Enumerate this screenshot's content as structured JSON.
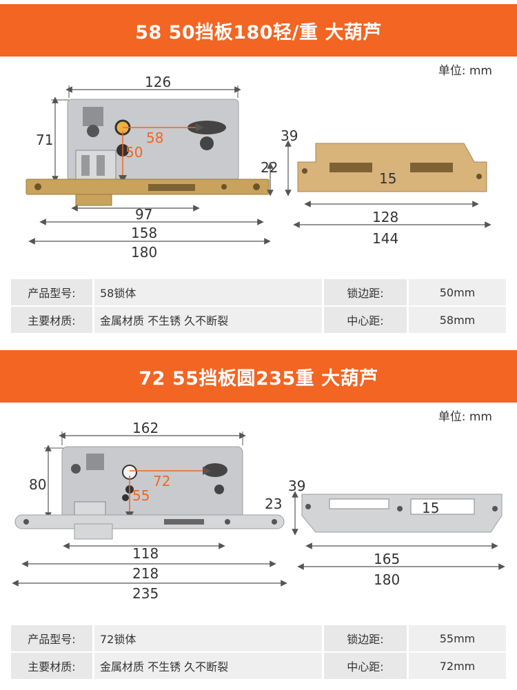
{
  "colors": {
    "banner": "#f26522",
    "gold": "#c9a25c",
    "steel": "#c8cacd",
    "text": "#333333",
    "dim_orange": "#f26522"
  },
  "unit_label": "单位: mm",
  "section1": {
    "title": "58 50挡板180轻/重 大葫芦",
    "dims": {
      "top": "126",
      "height": "71",
      "center": "58",
      "backset": "50",
      "bottom1": "97",
      "bottom2": "158",
      "bottom3": "180",
      "plate_height": "39",
      "plate_face": "22",
      "plate_slot": "15",
      "plate_len1": "128",
      "plate_len2": "144"
    },
    "specs": {
      "model_label": "产品型号:",
      "model_value": "58锁体",
      "backset_label": "锁边距:",
      "backset_value": "50mm",
      "material_label": "主要材质:",
      "material_value": "金属材质 不生锈 久不断裂",
      "center_label": "中心距:",
      "center_value": "58mm"
    }
  },
  "section2": {
    "title": "72 55挡板圆235重 大葫芦",
    "dims": {
      "top": "162",
      "height": "80",
      "center": "72",
      "backset": "55",
      "bottom1": "118",
      "bottom2": "218",
      "bottom3": "235",
      "plate_height": "39",
      "plate_face": "23",
      "plate_slot": "15",
      "plate_len1": "165",
      "plate_len2": "180"
    },
    "specs": {
      "model_label": "产品型号:",
      "model_value": "72锁体",
      "backset_label": "锁边距:",
      "backset_value": "55mm",
      "material_label": "主要材质:",
      "material_value": "金属材质 不生锈 久不断裂",
      "center_label": "中心距:",
      "center_value": "72mm"
    }
  }
}
